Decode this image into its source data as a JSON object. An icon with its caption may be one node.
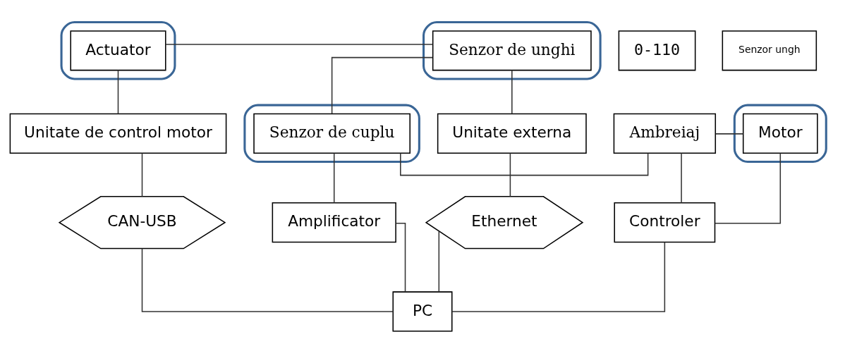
{
  "diagram": {
    "nodes": [
      {
        "text": [],
        "shape": "ellipse"
      },
      {
        "text": [
          "0-110"
        ]
      },
      {
        "text": [
          "Actuator"
        ],
        "in": 0
      },
      {
        "text": [],
        "shape": "ellipse"
      },
      {
        "text": [
          "Senzor de unghi"
        ],
        "in": 3
      },
      {
        "text": [],
        "shape": "ellipse"
      },
      {
        "text": [
          "Senzor de cuplu"
        ],
        "in": 5
      },
      {
        "text": [
          "Ambreiaj"
        ]
      },
      {
        "text": [],
        "shape": "ellipse"
      },
      {
        "text": [
          "Motor"
        ],
        "in": 8
      },
      {
        "text": [
          "Senzor ungh"
        ]
      },
      {
        "text": [
          "Unitate externa"
        ]
      },
      {
        "text": [
          "Unitate de control motor"
        ]
      },
      {
        "text": [
          "Amplificator"
        ]
      },
      {
        "text": [
          "Controler"
        ]
      },
      {
        "text": [
          "Ethernet"
        ]
      },
      {
        "text": [
          "CAN-USB"
        ]
      },
      {
        "text": [
          "PC"
        ]
      }
    ],
    "edges": [
      {
        "from": 2,
        "to": 4,
        "arrow": "none"
      },
      {
        "from": 4,
        "to": 6,
        "arrow": "none"
      },
      {
        "from": 6,
        "to": 7,
        "arrow": "none"
      },
      {
        "from": 7,
        "to": 9,
        "arrow": "none"
      },
      {
        "from": 2,
        "to": 12,
        "arrow": "none"
      },
      {
        "from": 4,
        "to": 11,
        "arrow": "none"
      },
      {
        "from": 11,
        "to": 15,
        "arrow": "none"
      },
      {
        "from": 15,
        "to": 17,
        "arrow": "none"
      },
      {
        "from": 6,
        "to": 13,
        "arrow": "none"
      },
      {
        "from": 13,
        "to": 17,
        "arrow": "none"
      },
      {
        "from": 7,
        "to": 14,
        "arrow": "none"
      },
      {
        "from": 9,
        "to": 14,
        "arrow": "none"
      },
      {
        "from": 14,
        "to": 17,
        "arrow": "none"
      },
      {
        "from": 12,
        "to": 16,
        "arrow": "none"
      },
      {
        "from": 16,
        "to": 17,
        "arrow": "none"
      }
    ]
  }
}
